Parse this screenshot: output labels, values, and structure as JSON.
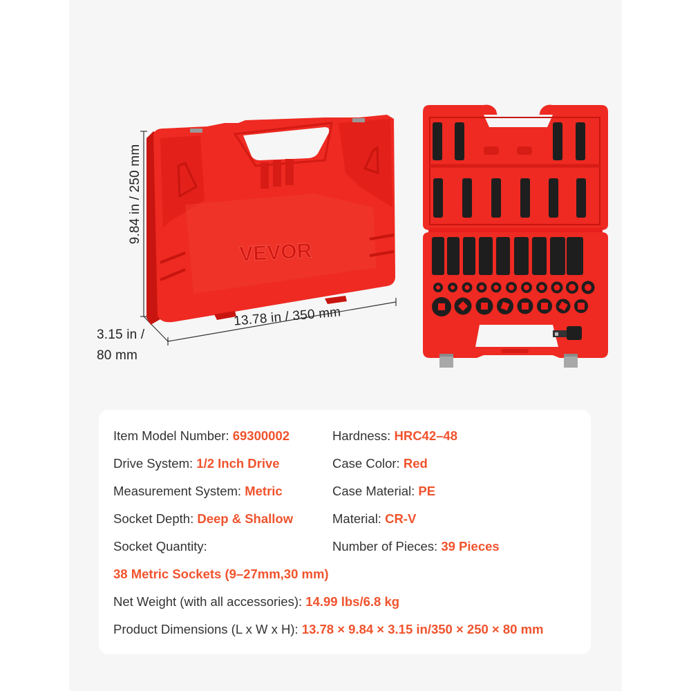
{
  "dimensions": {
    "height": "9.84 in / 250 mm",
    "width": "13.78 in / 350 mm",
    "depth_line1": "3.15 in /",
    "depth_line2": "80 mm"
  },
  "case": {
    "brand_logo": "VEVOR",
    "color": "#e8201c"
  },
  "specs": {
    "left": [
      {
        "label": "Item Model Number: ",
        "value": "69300002"
      },
      {
        "label": "Drive System: ",
        "value": "1/2 Inch Drive"
      },
      {
        "label": "Measurement System: ",
        "value": "Metric"
      },
      {
        "label": "Socket Depth:  ",
        "value": "Deep & Shallow"
      },
      {
        "label": "Socket Quantity:",
        "value": ""
      }
    ],
    "right": [
      {
        "label": "Hardness: ",
        "value": "HRC42–48"
      },
      {
        "label": "Case Color: ",
        "value": "Red"
      },
      {
        "label": "Case Material: ",
        "value": "PE"
      },
      {
        "label": "Material: ",
        "value": "CR-V"
      },
      {
        "label": "Number of Pieces: ",
        "value": "39 Pieces"
      }
    ],
    "full": [
      {
        "label": "",
        "value": "38 Metric Sockets (9–27mm,30 mm)"
      },
      {
        "label": "Net Weight (with all accessories): ",
        "value": "14.99 lbs/6.8 kg"
      },
      {
        "label": "Product Dimensions (L x W x H): ",
        "value": "13.78 × 9.84 × 3.15 in/350 × 250 × 80 mm"
      }
    ]
  },
  "colors": {
    "accent": "#f0532d",
    "label": "#333333",
    "panel_bg": "#f6f6f6",
    "card_bg": "#ffffff"
  }
}
